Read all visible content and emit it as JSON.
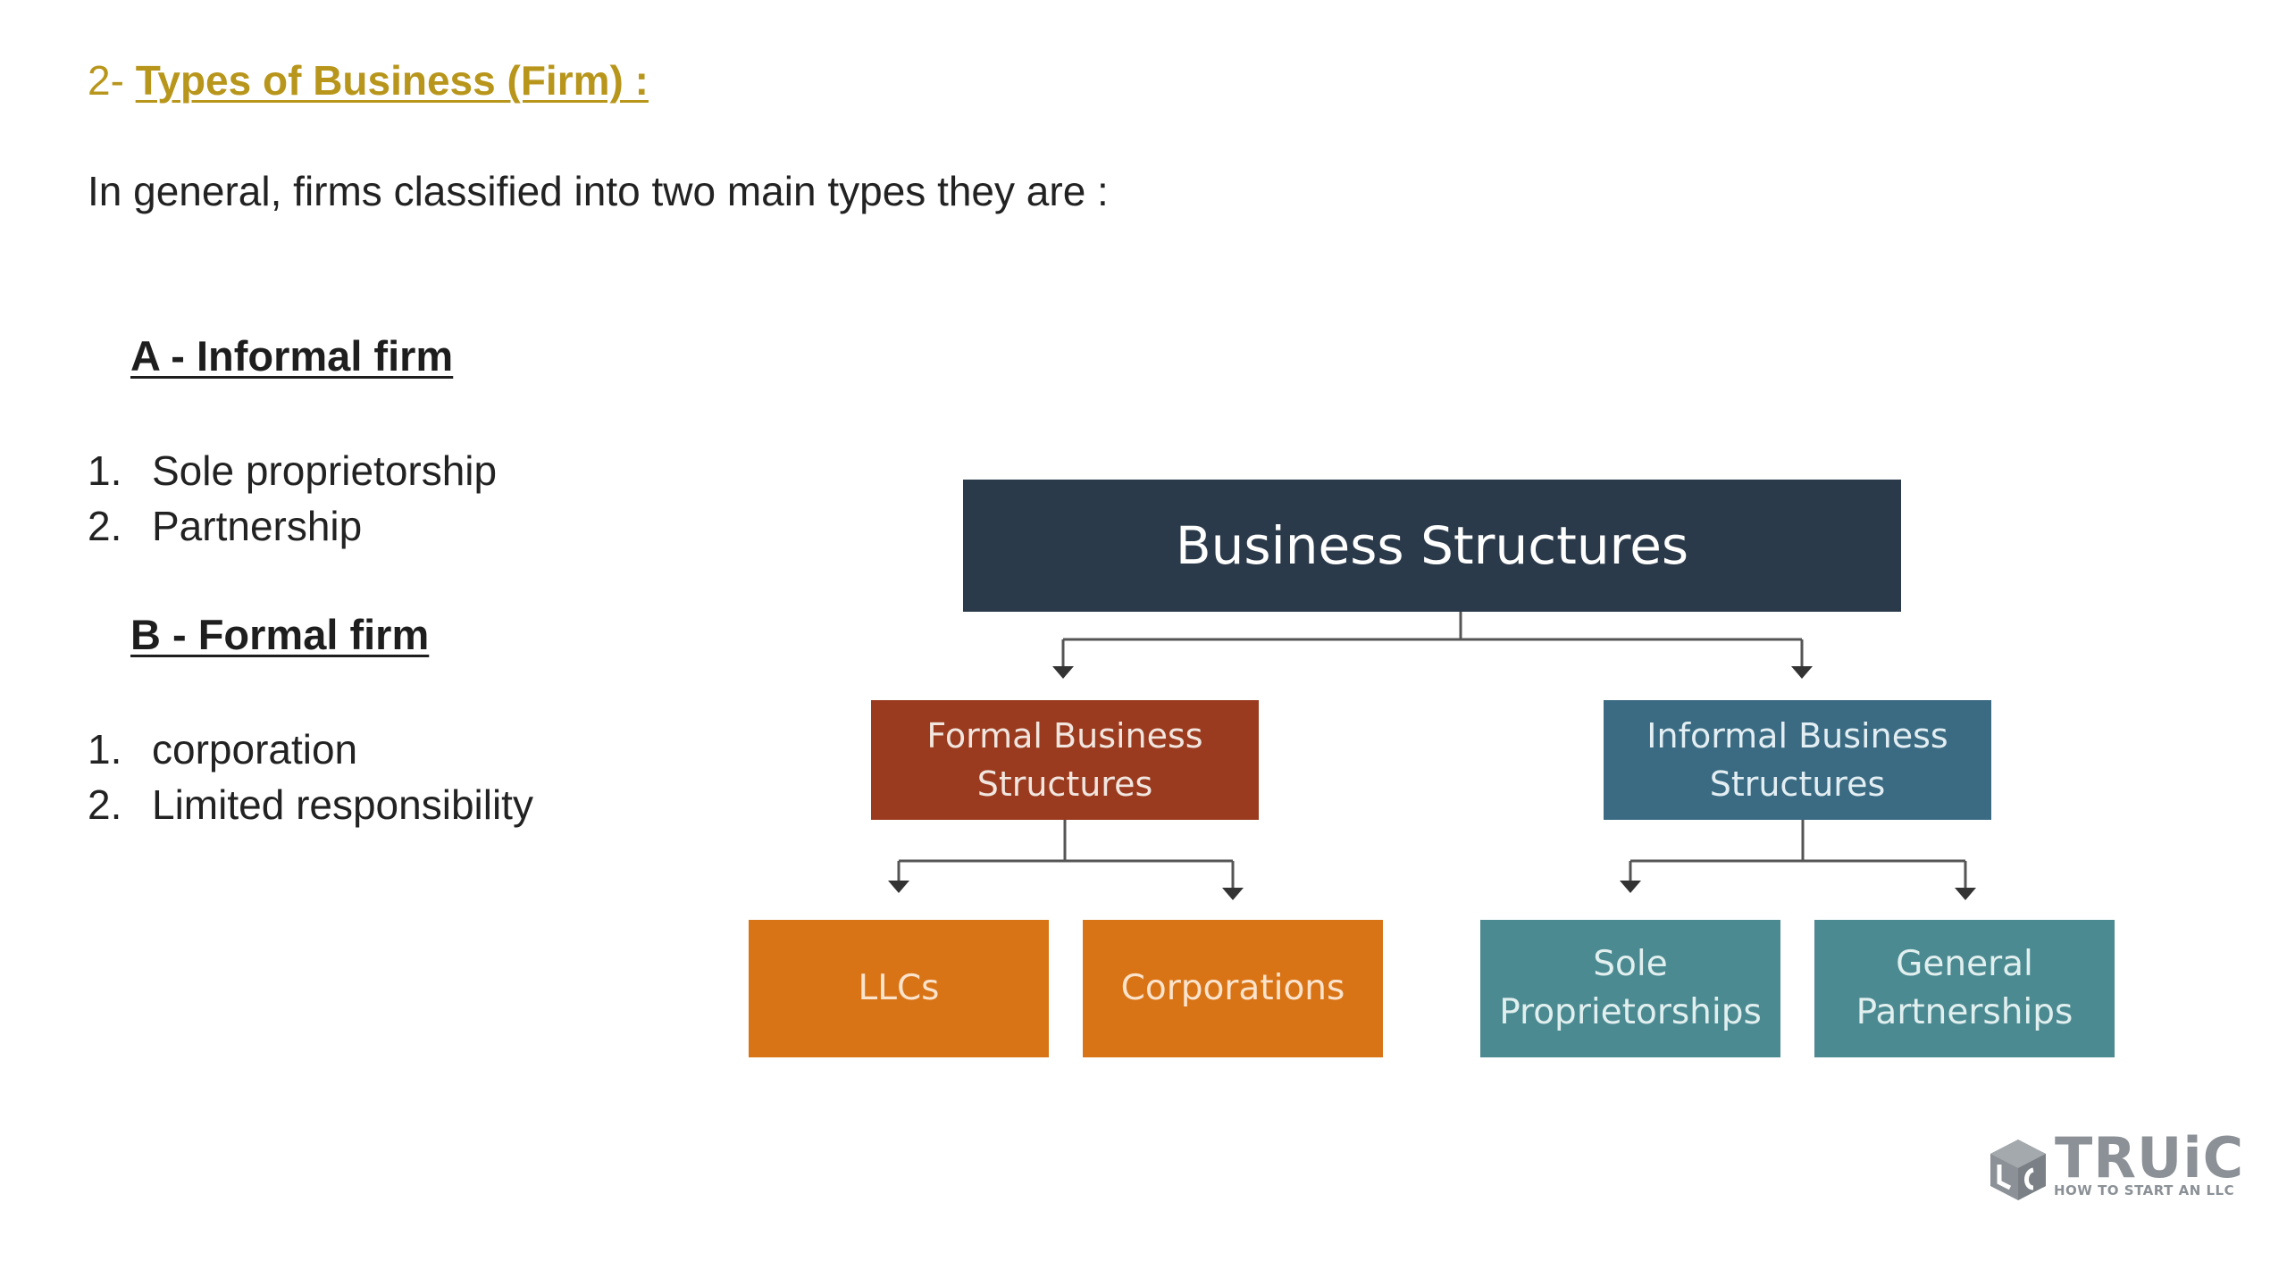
{
  "heading": {
    "prefix": "2- ",
    "title": "Types of Business (Firm) :"
  },
  "intro": "In general, firms classified into two main types they are :",
  "section_a": {
    "title": "A - Informal firm",
    "items": [
      {
        "num": "1.",
        "text": "Sole proprietorship"
      },
      {
        "num": "2.",
        "text": "Partnership"
      }
    ]
  },
  "section_b": {
    "title": "B - Formal firm",
    "items": [
      {
        "num": "1.",
        "text": "corporation"
      },
      {
        "num": "2.",
        "text": "Limited responsibility"
      }
    ]
  },
  "diagram": {
    "root": "Business Structures",
    "formal": {
      "label": "Formal Business Structures",
      "children": [
        "LLCs",
        "Corporations"
      ]
    },
    "informal": {
      "label": "Informal Business Structures",
      "children": [
        "Sole Proprietorships",
        "General Partnerships"
      ]
    },
    "colors": {
      "root": "#2b3a4a",
      "formal": "#9a3b1f",
      "informal": "#3a6b82",
      "formal_children": "#d97416",
      "informal_children": "#4b8a91",
      "connector": "#555555"
    }
  },
  "logo": {
    "name": "TRUiC",
    "tagline": "HOW TO START AN LLC",
    "icon": "cube-logo-icon",
    "color": "#8b9196"
  }
}
